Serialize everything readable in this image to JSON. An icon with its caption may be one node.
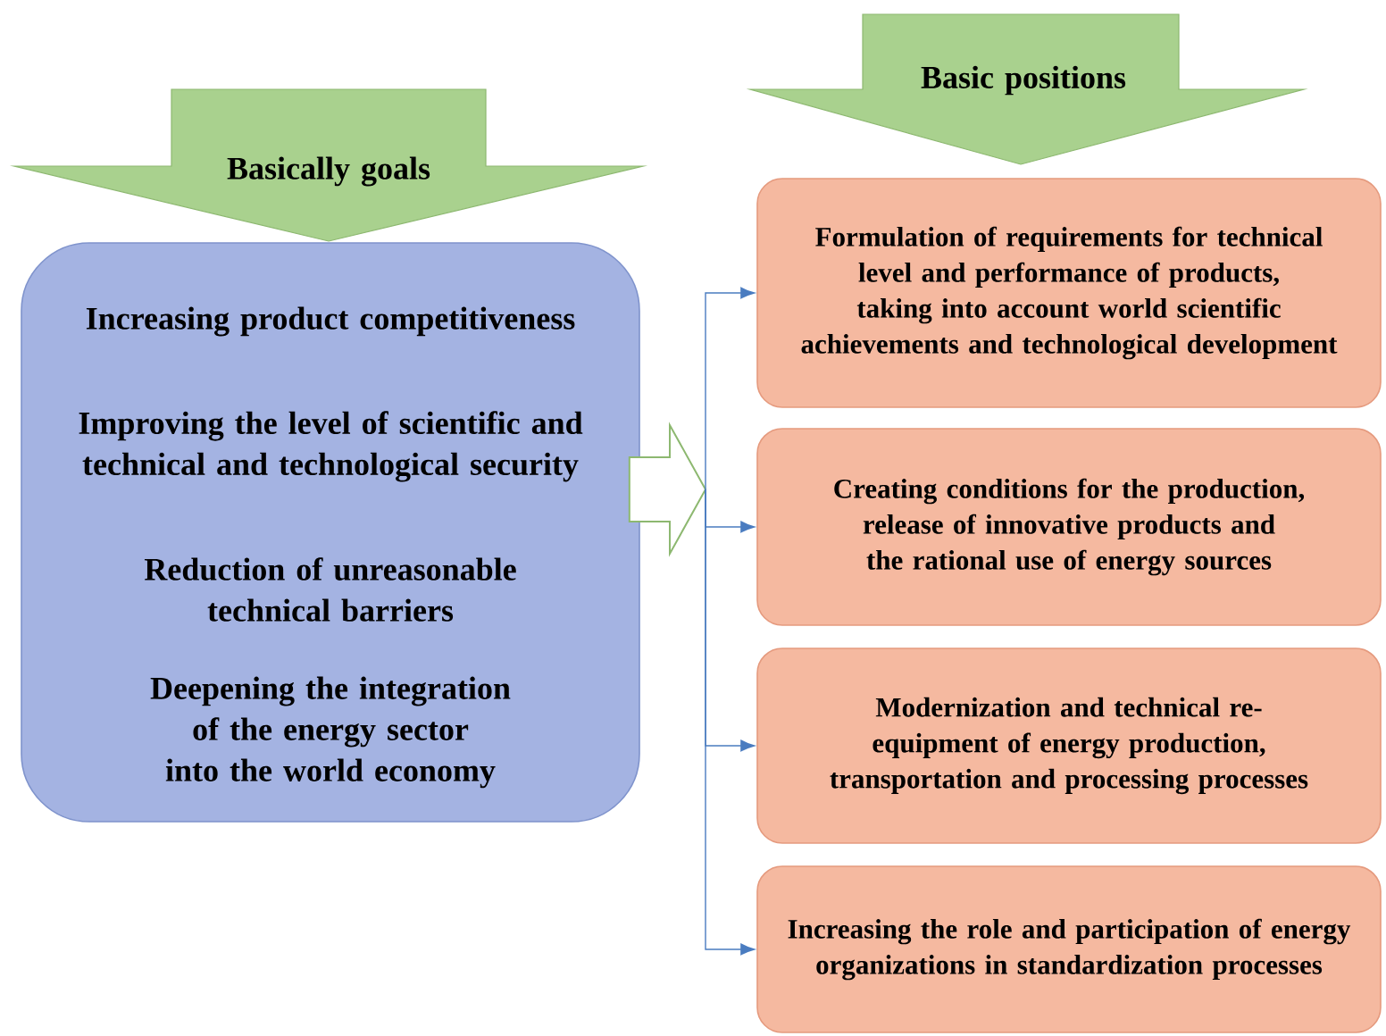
{
  "diagram": {
    "nodes": [
      {
        "text": [
          "Basically goals"
        ]
      },
      {
        "text": [
          "Increasing product competitiveness",
          "Improving the level of scientific and technical and technological security",
          "Reduction of unreasonable technical barriers",
          "Deepening the integration of the energy sector into the world economy"
        ]
      },
      {
        "text": [
          "Basic positions"
        ]
      },
      {
        "text": [
          "Formulation of requirements for technical level and performance of products, taking into account world scientific achievements and technological development"
        ]
      },
      {
        "text": [
          "Creating conditions for the production, release of innovative products and the rational use of energy sources"
        ]
      },
      {
        "text": [
          "Modernization and technical re-equipment of energy production, transportation and processing processes"
        ]
      },
      {
        "text": [
          "Increasing the role and participation of energy organizations in standardization processes"
        ]
      }
    ],
    "edges": [
      {
        "from": 1,
        "to": null,
        "arrow": "to",
        "style": "thick",
        "color": "#8db870"
      },
      {
        "from": null,
        "to": 3,
        "arrow": "to"
      },
      {
        "from": null,
        "to": 4,
        "arrow": "to"
      },
      {
        "from": null,
        "to": 5,
        "arrow": "to"
      },
      {
        "from": null,
        "to": 6,
        "arrow": "to"
      }
    ]
  }
}
